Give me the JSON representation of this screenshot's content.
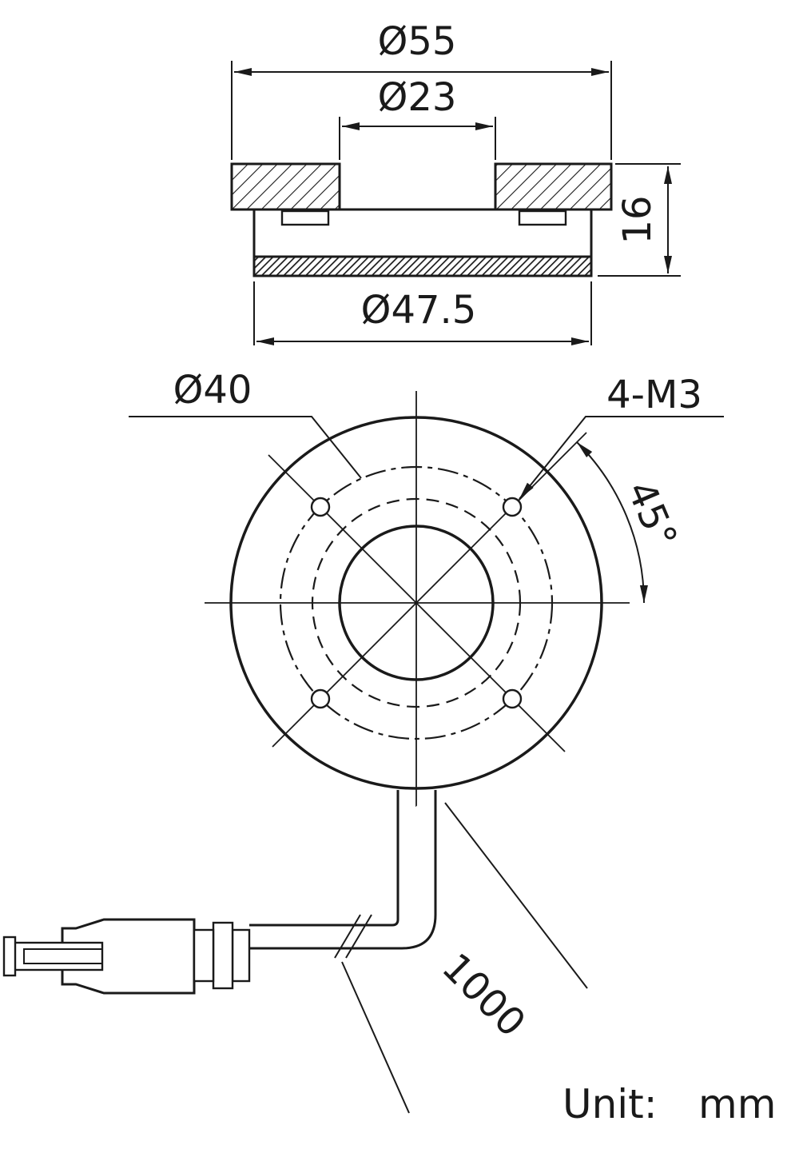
{
  "meta": {
    "colors": {
      "line": "#1a1a1a",
      "background": "#ffffff"
    }
  },
  "section_view": {
    "dim_outer_diameter": "Ø55",
    "dim_bore_diameter": "Ø23",
    "dim_height": "16",
    "dim_body_diameter": "Ø47.5"
  },
  "plan_view": {
    "dim_bolt_circle": "Ø40",
    "dim_mounting_holes": "4-M3",
    "dim_hole_angle": "45°"
  },
  "cable": {
    "dim_length": "1000"
  },
  "footer": {
    "unit_label": "Unit:",
    "unit_value": "mm"
  }
}
